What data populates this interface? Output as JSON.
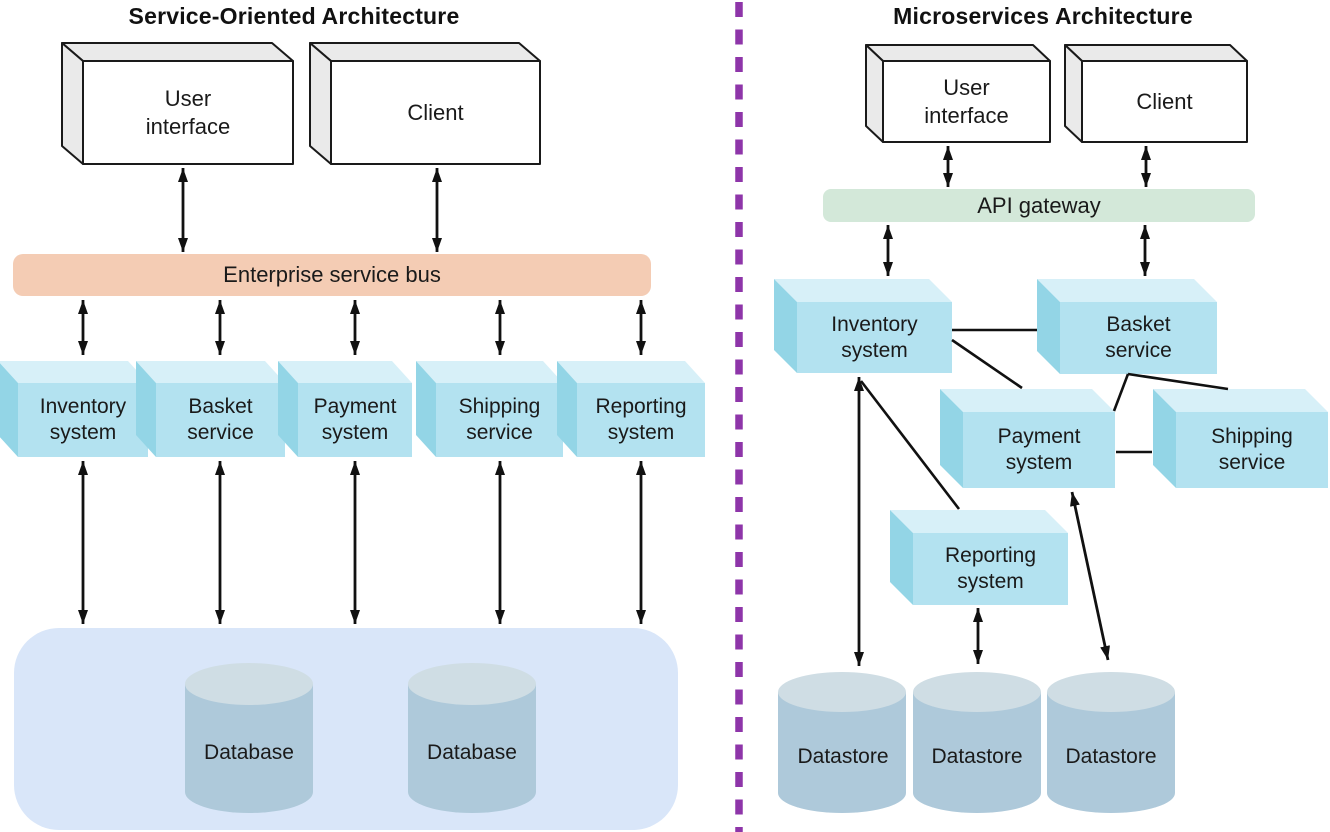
{
  "soa": {
    "title": "Service-Oriented Architecture",
    "user_interface": [
      "User",
      "interface"
    ],
    "client": [
      "Client"
    ],
    "bus": "Enterprise service bus",
    "services": [
      [
        "Inventory",
        "system"
      ],
      [
        "Basket",
        "service"
      ],
      [
        "Payment",
        "system"
      ],
      [
        "Shipping",
        "service"
      ],
      [
        "Reporting",
        "system"
      ]
    ],
    "databases": [
      "Database",
      "Database"
    ]
  },
  "msa": {
    "title": "Microservices Architecture",
    "user_interface": [
      "User",
      "interface"
    ],
    "client": [
      "Client"
    ],
    "gateway": "API gateway",
    "services": {
      "inventory": [
        "Inventory",
        "system"
      ],
      "basket": [
        "Basket",
        "service"
      ],
      "payment": [
        "Payment",
        "system"
      ],
      "shipping": [
        "Shipping",
        "service"
      ],
      "reporting": [
        "Reporting",
        "system"
      ]
    },
    "datastores": [
      "Datastore",
      "Datastore",
      "Datastore"
    ]
  },
  "colors": {
    "service_front": "#b3e2f0",
    "service_top": "#d7f0f8",
    "service_side": "#93d5e6",
    "client_front": "#ffffff",
    "client_shade": "#eaeaea",
    "outline": "#1a1a1a",
    "bus_fill": "#f4ccb4",
    "gateway_fill": "#d3e8d9",
    "container_fill": "#d9e6f9",
    "cylinder_body": "#aec9da",
    "cylinder_top": "#cfdde4",
    "divider": "#8e35a9",
    "arrow": "#111111",
    "text": "#1a1a1a"
  }
}
